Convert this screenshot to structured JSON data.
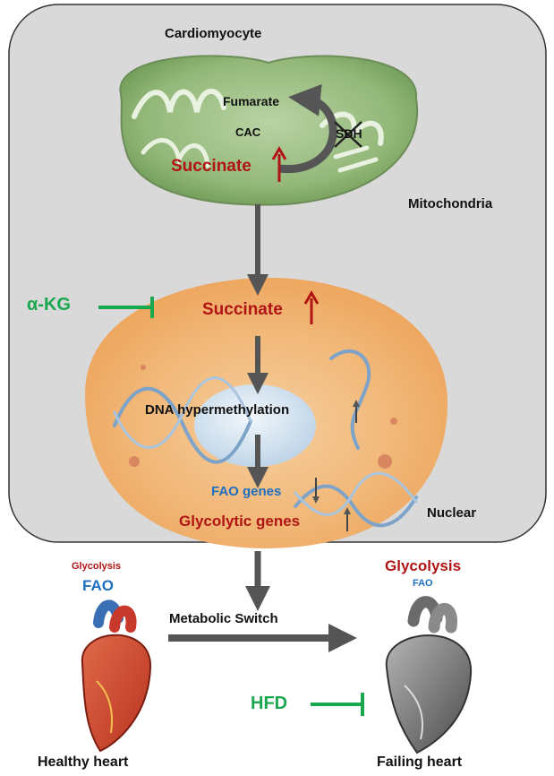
{
  "labels": {
    "cardiomyocyte": "Cardiomyocyte",
    "fumarate": "Fumarate",
    "cac": "CAC",
    "sdh": "SDH",
    "succinate_mito": "Succinate",
    "mitochondria": "Mitochondria",
    "alpha_kg": "α-KG",
    "succinate_cyto": "Succinate",
    "dna_hypermethylation": "DNA hypermethylation",
    "fao_genes": "FAO genes",
    "glycolytic_genes": "Glycolytic genes",
    "nuclear": "Nuclear",
    "left_glycolysis": "Glycolysis",
    "left_fao": "FAO",
    "right_glycolysis": "Glycolysis",
    "right_fao": "FAO",
    "metabolic_switch": "Metabolic Switch",
    "hfd": "HFD",
    "healthy_heart": "Healthy heart",
    "failing_heart": "Failing heart"
  },
  "colors": {
    "inhibitor_green": "#1aa84f",
    "increase_red": "#b01414",
    "fao_blue": "#1f6fc0",
    "arrow_gray": "#555555",
    "cell_fill": "#d9d9d9"
  },
  "icons": [
    "up-arrow-icon",
    "down-arrow-icon",
    "inhibition-bar-icon",
    "cross-mark-icon",
    "heart-icon"
  ]
}
